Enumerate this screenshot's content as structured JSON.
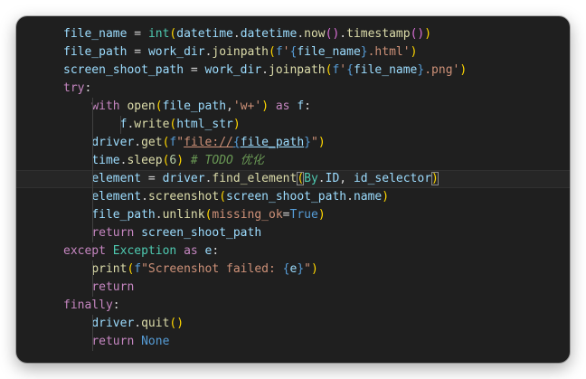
{
  "editor": {
    "language": "python",
    "lines": [
      {
        "indent": 0,
        "tokens": [
          {
            "t": "file_name",
            "c": "v"
          },
          {
            "t": " = ",
            "c": "p"
          },
          {
            "t": "int",
            "c": "t"
          },
          {
            "t": "(",
            "c": "y"
          },
          {
            "t": "datetime",
            "c": "v"
          },
          {
            "t": ".",
            "c": "p"
          },
          {
            "t": "datetime",
            "c": "v"
          },
          {
            "t": ".",
            "c": "p"
          },
          {
            "t": "now",
            "c": "f"
          },
          {
            "t": "(",
            "c": "m"
          },
          {
            "t": ")",
            "c": "m"
          },
          {
            "t": ".",
            "c": "p"
          },
          {
            "t": "timestamp",
            "c": "f"
          },
          {
            "t": "(",
            "c": "m"
          },
          {
            "t": ")",
            "c": "m"
          },
          {
            "t": ")",
            "c": "y"
          }
        ]
      },
      {
        "indent": 0,
        "tokens": [
          {
            "t": "file_path",
            "c": "v"
          },
          {
            "t": " = ",
            "c": "p"
          },
          {
            "t": "work_dir",
            "c": "v"
          },
          {
            "t": ".",
            "c": "p"
          },
          {
            "t": "joinpath",
            "c": "f"
          },
          {
            "t": "(",
            "c": "y"
          },
          {
            "t": "f",
            "c": "b"
          },
          {
            "t": "'",
            "c": "s"
          },
          {
            "t": "{",
            "c": "b"
          },
          {
            "t": "file_name",
            "c": "v"
          },
          {
            "t": "}",
            "c": "b"
          },
          {
            "t": ".html'",
            "c": "s"
          },
          {
            "t": ")",
            "c": "y"
          }
        ]
      },
      {
        "indent": 0,
        "tokens": [
          {
            "t": "screen_shoot_path",
            "c": "v"
          },
          {
            "t": " = ",
            "c": "p"
          },
          {
            "t": "work_dir",
            "c": "v"
          },
          {
            "t": ".",
            "c": "p"
          },
          {
            "t": "joinpath",
            "c": "f"
          },
          {
            "t": "(",
            "c": "y"
          },
          {
            "t": "f",
            "c": "b"
          },
          {
            "t": "'",
            "c": "s"
          },
          {
            "t": "{",
            "c": "b"
          },
          {
            "t": "file_name",
            "c": "v"
          },
          {
            "t": "}",
            "c": "b"
          },
          {
            "t": ".png'",
            "c": "s"
          },
          {
            "t": ")",
            "c": "y"
          }
        ]
      },
      {
        "indent": 0,
        "tokens": [
          {
            "t": "try",
            "c": "k"
          },
          {
            "t": ":",
            "c": "p"
          }
        ]
      },
      {
        "indent": 1,
        "tokens": [
          {
            "t": "with",
            "c": "k"
          },
          {
            "t": " ",
            "c": "p"
          },
          {
            "t": "open",
            "c": "f"
          },
          {
            "t": "(",
            "c": "y"
          },
          {
            "t": "file_path",
            "c": "v"
          },
          {
            "t": ",",
            "c": "p"
          },
          {
            "t": "'w+'",
            "c": "s"
          },
          {
            "t": ")",
            "c": "y"
          },
          {
            "t": " ",
            "c": "p"
          },
          {
            "t": "as",
            "c": "k"
          },
          {
            "t": " ",
            "c": "p"
          },
          {
            "t": "f",
            "c": "v"
          },
          {
            "t": ":",
            "c": "p"
          }
        ]
      },
      {
        "indent": 2,
        "tokens": [
          {
            "t": "f",
            "c": "v"
          },
          {
            "t": ".",
            "c": "p"
          },
          {
            "t": "write",
            "c": "f"
          },
          {
            "t": "(",
            "c": "y"
          },
          {
            "t": "html_str",
            "c": "v"
          },
          {
            "t": ")",
            "c": "y"
          }
        ]
      },
      {
        "indent": 1,
        "tokens": [
          {
            "t": "driver",
            "c": "v"
          },
          {
            "t": ".",
            "c": "p"
          },
          {
            "t": "get",
            "c": "f"
          },
          {
            "t": "(",
            "c": "y"
          },
          {
            "t": "f",
            "c": "b"
          },
          {
            "t": "\"",
            "c": "s"
          },
          {
            "t": "file://",
            "c": "s",
            "u": true
          },
          {
            "t": "{",
            "c": "b",
            "u": true
          },
          {
            "t": "file_path",
            "c": "v",
            "u": true
          },
          {
            "t": "}",
            "c": "b"
          },
          {
            "t": "\"",
            "c": "s"
          },
          {
            "t": ")",
            "c": "y"
          }
        ]
      },
      {
        "indent": 1,
        "tokens": [
          {
            "t": "time",
            "c": "v"
          },
          {
            "t": ".",
            "c": "p"
          },
          {
            "t": "sleep",
            "c": "f"
          },
          {
            "t": "(",
            "c": "y"
          },
          {
            "t": "6",
            "c": "n"
          },
          {
            "t": ")",
            "c": "y"
          },
          {
            "t": " ",
            "c": "p"
          },
          {
            "t": "# TODO 优化",
            "c": "c"
          }
        ]
      },
      {
        "indent": 1,
        "current": true,
        "tokens": [
          {
            "t": "element",
            "c": "v"
          },
          {
            "t": " = ",
            "c": "p"
          },
          {
            "t": "driver",
            "c": "v"
          },
          {
            "t": ".",
            "c": "p"
          },
          {
            "t": "find_element",
            "c": "f"
          },
          {
            "t": "(",
            "c": "y",
            "box": true
          },
          {
            "t": "By",
            "c": "t"
          },
          {
            "t": ".",
            "c": "p"
          },
          {
            "t": "ID",
            "c": "v"
          },
          {
            "t": ", ",
            "c": "p"
          },
          {
            "t": "id_selector",
            "c": "v"
          },
          {
            "t": ")",
            "c": "y",
            "box": true
          }
        ]
      },
      {
        "indent": 1,
        "tokens": [
          {
            "t": "element",
            "c": "v"
          },
          {
            "t": ".",
            "c": "p"
          },
          {
            "t": "screenshot",
            "c": "f"
          },
          {
            "t": "(",
            "c": "y"
          },
          {
            "t": "screen_shoot_path",
            "c": "v"
          },
          {
            "t": ".",
            "c": "p"
          },
          {
            "t": "name",
            "c": "v"
          },
          {
            "t": ")",
            "c": "y"
          }
        ]
      },
      {
        "indent": 1,
        "tokens": [
          {
            "t": "file_path",
            "c": "v"
          },
          {
            "t": ".",
            "c": "p"
          },
          {
            "t": "unlink",
            "c": "f"
          },
          {
            "t": "(",
            "c": "y"
          },
          {
            "t": "missing_ok",
            "c": "s"
          },
          {
            "t": "=",
            "c": "p"
          },
          {
            "t": "True",
            "c": "b"
          },
          {
            "t": ")",
            "c": "y"
          }
        ]
      },
      {
        "indent": 1,
        "tokens": [
          {
            "t": "return",
            "c": "k"
          },
          {
            "t": " screen_shoot_path",
            "c": "v"
          }
        ]
      },
      {
        "indent": 0,
        "tokens": [
          {
            "t": "except",
            "c": "k"
          },
          {
            "t": " ",
            "c": "p"
          },
          {
            "t": "Exception",
            "c": "t"
          },
          {
            "t": " ",
            "c": "p"
          },
          {
            "t": "as",
            "c": "k"
          },
          {
            "t": " e",
            "c": "v"
          },
          {
            "t": ":",
            "c": "p"
          }
        ]
      },
      {
        "indent": 1,
        "tokens": [
          {
            "t": "print",
            "c": "f"
          },
          {
            "t": "(",
            "c": "y"
          },
          {
            "t": "f",
            "c": "b"
          },
          {
            "t": "\"Screenshot failed: ",
            "c": "s"
          },
          {
            "t": "{",
            "c": "b"
          },
          {
            "t": "e",
            "c": "v"
          },
          {
            "t": "}",
            "c": "b"
          },
          {
            "t": "\"",
            "c": "s"
          },
          {
            "t": ")",
            "c": "y"
          }
        ]
      },
      {
        "indent": 1,
        "tokens": [
          {
            "t": "return",
            "c": "k"
          }
        ]
      },
      {
        "indent": 0,
        "tokens": [
          {
            "t": "finally",
            "c": "k"
          },
          {
            "t": ":",
            "c": "p"
          }
        ]
      },
      {
        "indent": 1,
        "tokens": [
          {
            "t": "driver",
            "c": "v"
          },
          {
            "t": ".",
            "c": "p"
          },
          {
            "t": "quit",
            "c": "f"
          },
          {
            "t": "(",
            "c": "y"
          },
          {
            "t": ")",
            "c": "y"
          }
        ]
      },
      {
        "indent": 1,
        "tokens": [
          {
            "t": "return",
            "c": "k"
          },
          {
            "t": " ",
            "c": "p"
          },
          {
            "t": "None",
            "c": "b"
          }
        ]
      }
    ]
  }
}
